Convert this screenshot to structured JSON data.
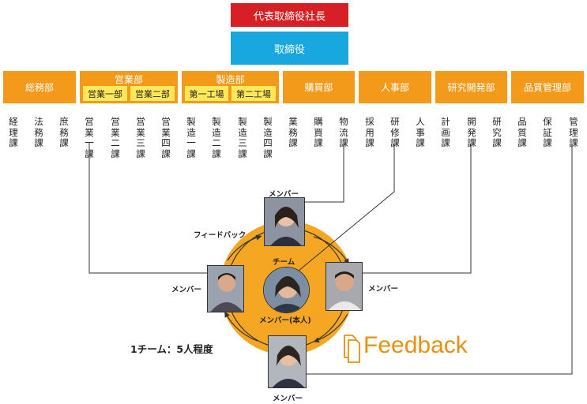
{
  "top": {
    "president": "代表取締役社長",
    "board": "取締役"
  },
  "departments": [
    {
      "label": "総務部"
    },
    {
      "label": "営業部",
      "subs": [
        "営業一部",
        "営業二部"
      ]
    },
    {
      "label": "製造部",
      "subs": [
        "第一工場",
        "第二工場"
      ]
    },
    {
      "label": "購買部"
    },
    {
      "label": "人事部"
    },
    {
      "label": "研究開発部"
    },
    {
      "label": "品質管理部"
    }
  ],
  "sections": [
    "経理課",
    "法務課",
    "庶務課",
    "営業一課",
    "営業二課",
    "営業三課",
    "営業四課",
    "製造一課",
    "製造二課",
    "製造三課",
    "製造四課",
    "業務課",
    "購買課",
    "物流課",
    "採用課",
    "研修課",
    "人事課",
    "計画課",
    "開発課",
    "研究課",
    "品質課",
    "保証課",
    "管理課"
  ],
  "team": {
    "member_top": "メンバー",
    "team_label": "チーム",
    "feedback_label": "フィードバック",
    "member_left": "メンバー",
    "member_right": "メンバー",
    "member_self": "メンバー(本人)",
    "member_bottom": "メンバー",
    "team_size": "1チーム：5人程度"
  },
  "brand": {
    "feedback_word": "Feedback",
    "accent": "#e8900f",
    "circle": "#f5a623"
  }
}
